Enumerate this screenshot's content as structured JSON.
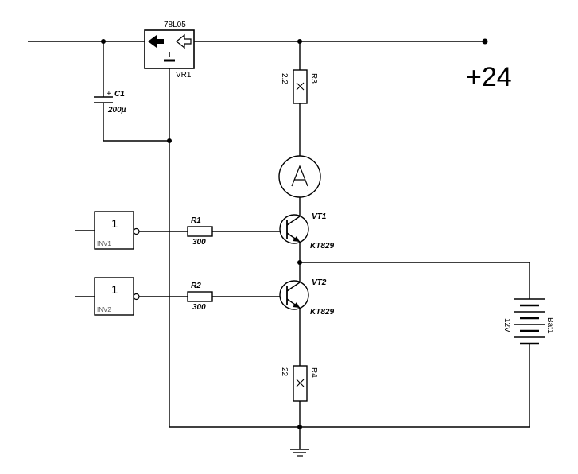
{
  "supply": {
    "voltage_label": "+24"
  },
  "regulator": {
    "part": "78L05",
    "ref": "VR1"
  },
  "capacitor": {
    "ref": "C1",
    "value": "200µ",
    "polarity": "+"
  },
  "resistors": [
    {
      "ref": "R1",
      "value": "300"
    },
    {
      "ref": "R2",
      "value": "300"
    },
    {
      "ref": "R3",
      "value": "2.2"
    },
    {
      "ref": "R4",
      "value": "22"
    }
  ],
  "inverters": [
    {
      "ref": "INV1",
      "symbol": "1"
    },
    {
      "ref": "INV2",
      "symbol": "1"
    }
  ],
  "transistors": [
    {
      "ref": "VT1",
      "part": "KT829"
    },
    {
      "ref": "VT2",
      "part": "KT829"
    }
  ],
  "ammeter": {
    "symbol": "A"
  },
  "battery": {
    "ref": "Bat1",
    "voltage": "12V"
  }
}
